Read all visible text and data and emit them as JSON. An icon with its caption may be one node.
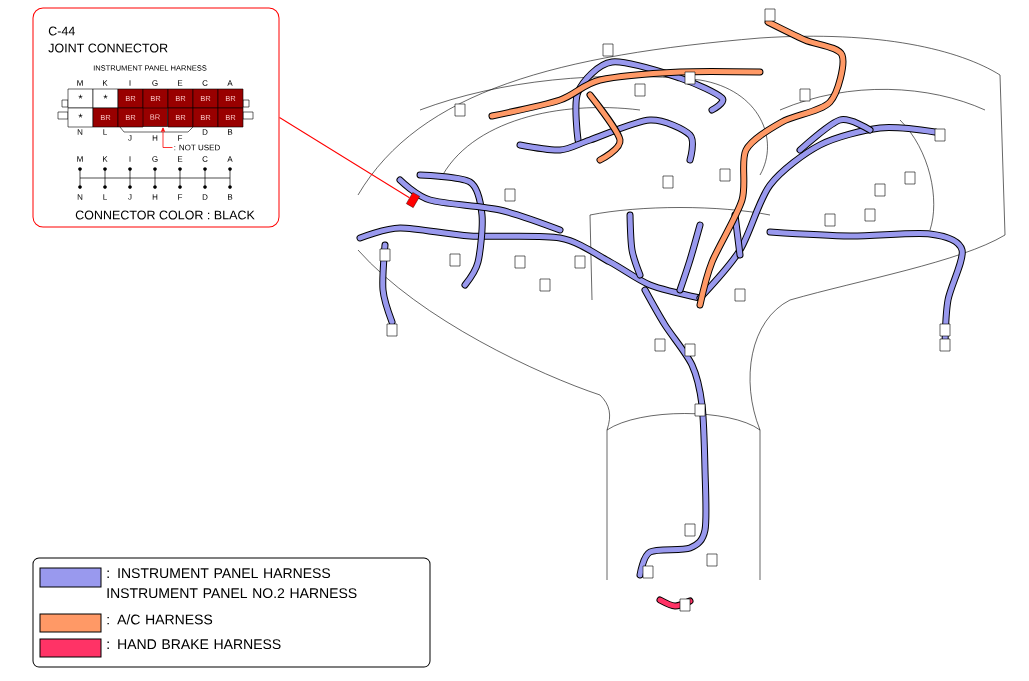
{
  "diagram": {
    "nodes": [
      {
        "text": [
          "C-44",
          "JOINT CONNECTOR",
          "CONNECTOR COLOR : BLACK"
        ]
      },
      {
        "text": [],
        "shape": "box"
      },
      {
        "text": [
          ": NOT USED"
        ],
        "in": 0
      },
      {
        "text": [
          "BR"
        ],
        "in": 0
      }
    ],
    "edges": [
      {
        "from": 0,
        "to": 1,
        "arrow": "none",
        "color": "#ff0000"
      },
      {
        "from": 2,
        "to": 3,
        "arrow": "to",
        "color": "#ff0000"
      }
    ],
    "labels": [
      "INSTRUMENT PANEL HARNESS",
      "M",
      "K",
      "I",
      "G",
      "E",
      "C",
      "A",
      "*",
      "*",
      "BR",
      "BR",
      "BR",
      "BR",
      "BR",
      "*",
      "BR",
      "BR",
      "BR",
      "BR",
      "BR",
      "N",
      "L",
      "J",
      "H",
      "F",
      "D",
      "B",
      "M",
      "K",
      "I",
      "G",
      "E",
      "C",
      "A",
      "N",
      "L",
      "J",
      "H",
      "F",
      "D",
      "B"
    ],
    "legend": [
      {
        "text": ": INSTRUMENT PANEL HARNESS INSTRUMENT PANEL NO.2 HARNESS",
        "color": "#9999ee"
      },
      {
        "text": ": A/C HARNESS",
        "color": "#ff9966"
      },
      {
        "text": ": HAND BRAKE HARNESS",
        "color": "#ff3366"
      }
    ]
  }
}
